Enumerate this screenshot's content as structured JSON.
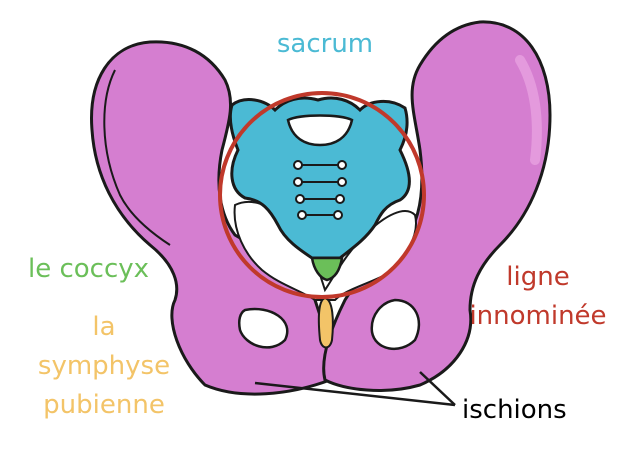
{
  "labels": {
    "sacrum": "sacrum",
    "coccyx": "le coccyx",
    "symphyse_line1": "la",
    "symphyse_line2": "symphyse",
    "symphyse_line3": "pubienne",
    "ligne_line1": "ligne",
    "ligne_line2": "innominée",
    "ischions": "ischions"
  },
  "colors": {
    "bone_pink": "#d57ed0",
    "bone_pink_light": "#e9a6e3",
    "sacrum_blue": "#4bbad4",
    "coccyx_green": "#6bbf59",
    "symphysis_yellow": "#f3c468",
    "ligne_red": "#c0392b",
    "outline": "#1a1a1a"
  }
}
